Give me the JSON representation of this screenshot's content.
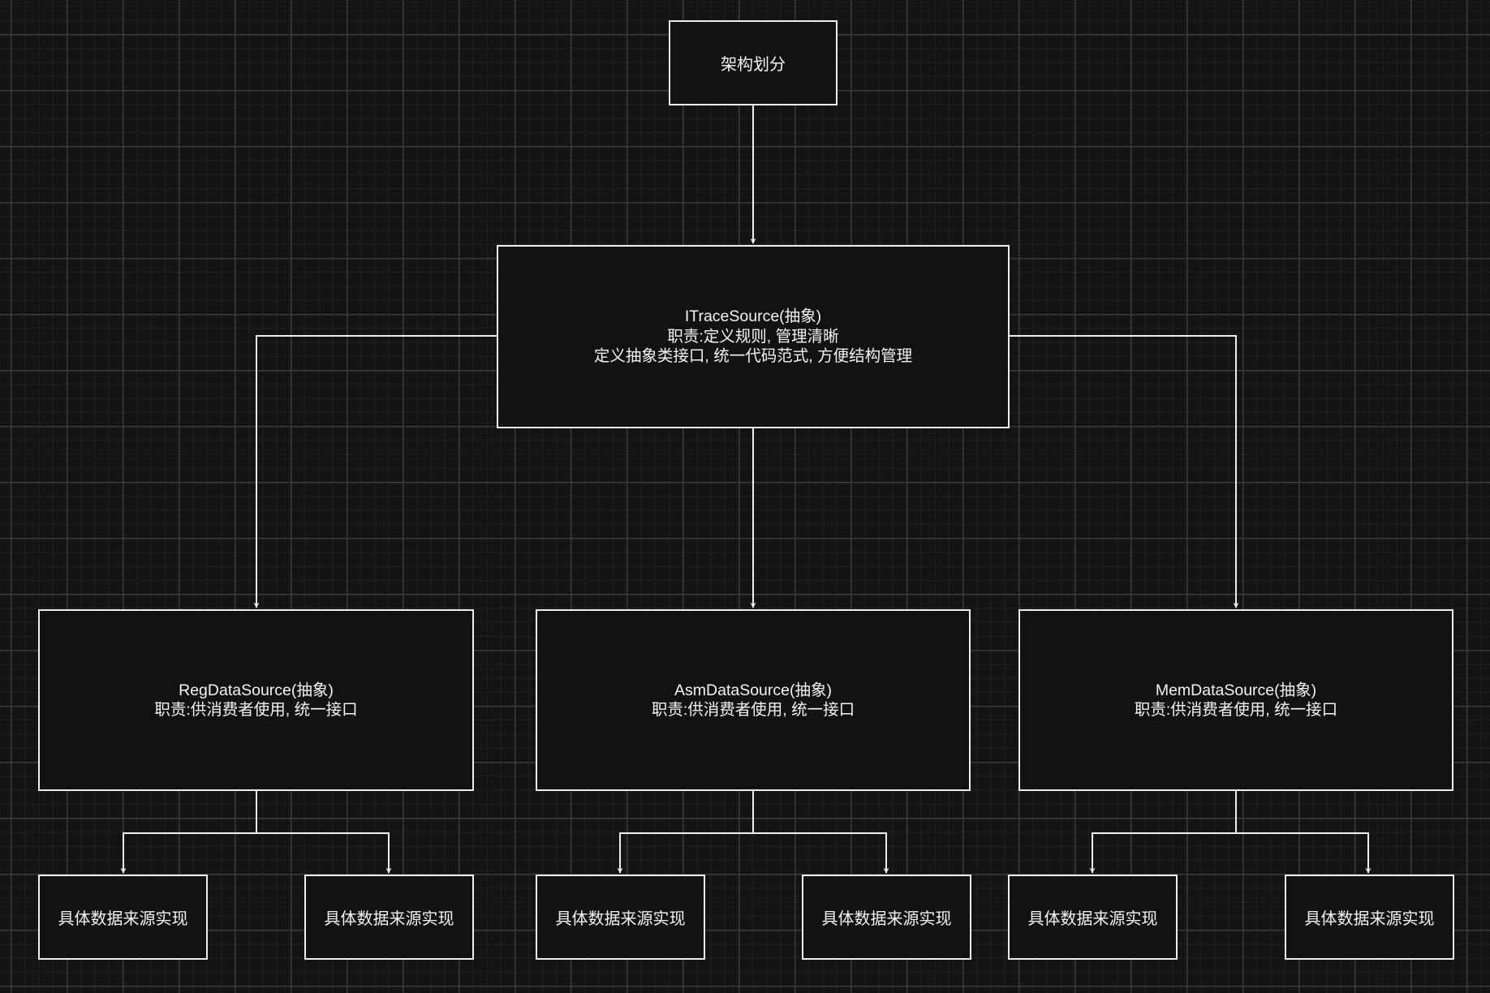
{
  "diagram": {
    "root": {
      "label": "架构划分"
    },
    "itrace": {
      "lines": [
        "ITraceSource(抽象)",
        "职责:定义规则, 管理清晰",
        "定义抽象类接口, 统一代码范式, 方便结构管理"
      ]
    },
    "sources": [
      {
        "lines": [
          "RegDataSource(抽象)",
          "职责:供消费者使用, 统一接口"
        ]
      },
      {
        "lines": [
          "AsmDataSource(抽象)",
          "职责:供消费者使用, 统一接口"
        ]
      },
      {
        "lines": [
          "MemDataSource(抽象)",
          "职责:供消费者使用, 统一接口"
        ]
      }
    ],
    "leaves": [
      {
        "label": "具体数据来源实现"
      },
      {
        "label": "具体数据来源实现"
      },
      {
        "label": "具体数据来源实现"
      },
      {
        "label": "具体数据来源实现"
      },
      {
        "label": "具体数据来源实现"
      },
      {
        "label": "具体数据来源实现"
      }
    ],
    "colors": {
      "background": "#141414",
      "node_fill": "#121212",
      "stroke": "#eeeeee",
      "text": "#f4f4f4"
    }
  }
}
